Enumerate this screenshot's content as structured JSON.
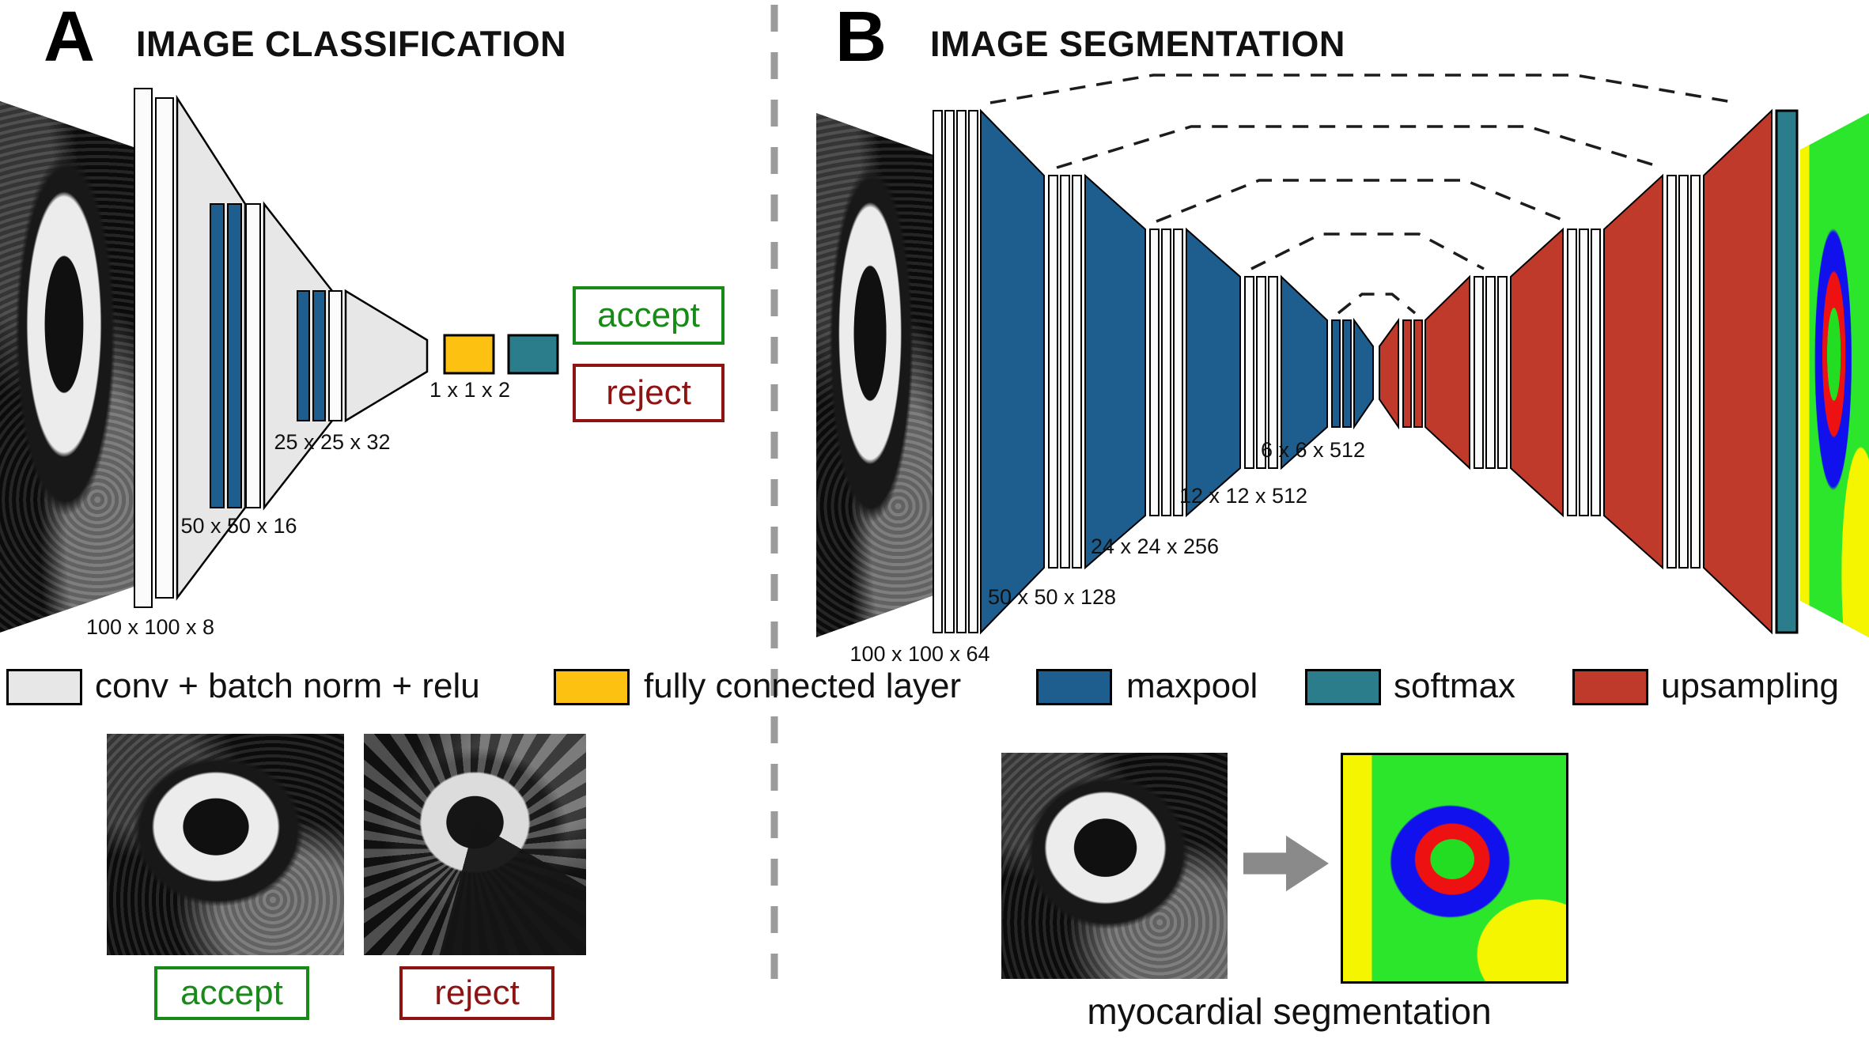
{
  "panel_a": {
    "letter": "A",
    "title": "IMAGE CLASSIFICATION",
    "dims": [
      "100 x 100 x 8",
      "50 x 50 x 16",
      "25 x 25 x 32",
      "1 x 1 x 2"
    ],
    "outputs": {
      "accept": "accept",
      "reject": "reject"
    },
    "examples": {
      "accept": "accept",
      "reject": "reject"
    }
  },
  "panel_b": {
    "letter": "B",
    "title": "IMAGE SEGMENTATION",
    "dims": [
      "100 x 100 x 64",
      "50 x 50 x 128",
      "24 x 24 x 256",
      "12 x 12 x 512",
      "6 x 6 x 512"
    ],
    "caption": "myocardial segmentation"
  },
  "legend": {
    "items": [
      {
        "label": "conv + batch norm + relu",
        "color": "#e7e7e7"
      },
      {
        "label": "fully connected layer",
        "color": "#fdc112"
      },
      {
        "label": "maxpool",
        "color": "#1d5e8f"
      },
      {
        "label": "softmax",
        "color": "#2c7d8c"
      },
      {
        "label": "upsampling",
        "color": "#c03a2c"
      }
    ]
  },
  "colors": {
    "accept_green": "#178a17",
    "reject_red": "#8e1414",
    "divider_gray": "#9b9b9b",
    "maxpool_blue": "#1d5e8f",
    "upsampling_red": "#c03a2c",
    "softmax_teal": "#2c7d8c",
    "fully_connected_yellow": "#fdc112",
    "conv_gray": "#e7e7e7"
  }
}
